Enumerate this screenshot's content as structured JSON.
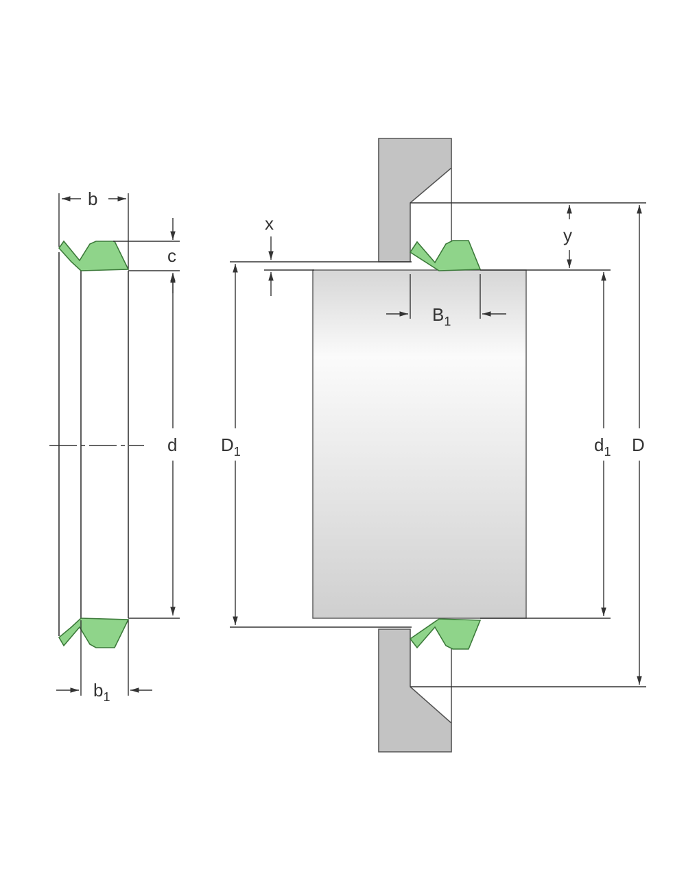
{
  "colors": {
    "seal": "#8fd48a",
    "seal_stroke": "#3c7a3a",
    "housing": "#c3c3c3",
    "housing_stroke": "#555555",
    "shaft_light": "#f4f4f4",
    "shaft_dark": "#d0d0d0",
    "line": "#333333"
  },
  "labels": {
    "b": "b",
    "c": "c",
    "d": "d",
    "b1_main": "b",
    "b1_sub": "1",
    "x": "x",
    "y": "y",
    "B1_main": "B",
    "B1_sub": "1",
    "D1_main": "D",
    "D1_sub": "1",
    "d1_main": "d",
    "d1_sub": "1",
    "D": "D"
  }
}
